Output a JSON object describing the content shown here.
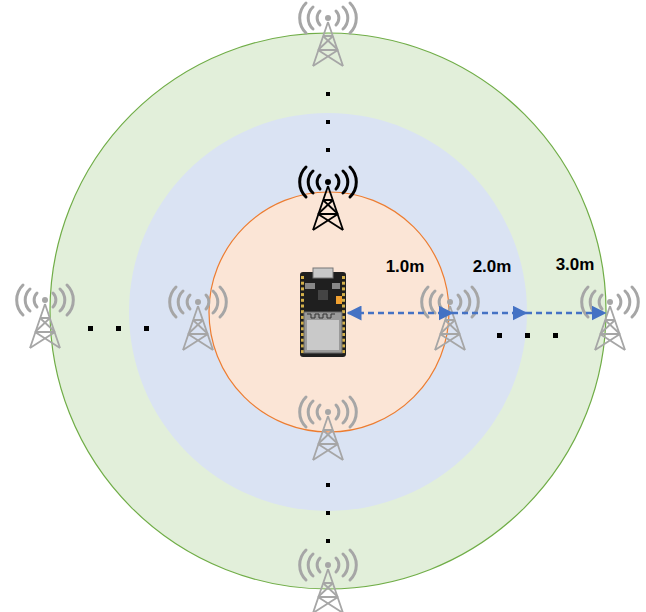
{
  "diagram": {
    "nodes": [
      {
        "text": [
          "3.0m"
        ]
      },
      {
        "text": [
          "2.0m"
        ],
        "in": 0
      },
      {
        "text": [
          "1.0m"
        ],
        "in": 1
      }
    ]
  }
}
